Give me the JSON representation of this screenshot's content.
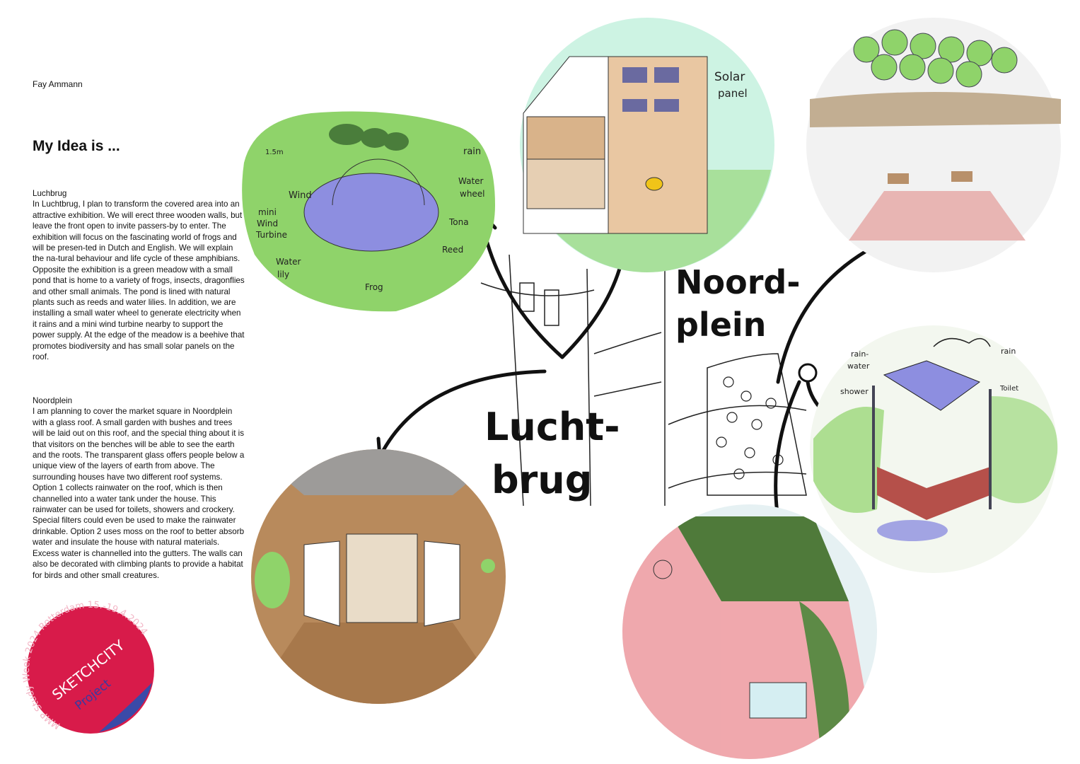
{
  "author": "Fay Ammann",
  "heading": "My Idea is ...",
  "sections": [
    {
      "title": "Luchbrug",
      "body": "In Luchtbrug, I plan to transform the covered area into an attractive exhibition. We will erect three wooden walls, but leave the front open to invite passers-by to enter. The exhibition will focus on the fascinating world of frogs and will be presen-ted in Dutch and English. We will explain the na-tural behaviour and life cycle of these amphibians. Opposite the exhibition is a green meadow with a small pond that is home to a variety of frogs, insects, dragonflies and other small animals. The pond is lined with natural plants such as reeds and water lilies. In addition, we are installing a small water wheel to generate electricity when it rains and a mini wind turbine nearby to support the power supply. At the edge of the meadow is a beehive that promotes biodiversity and has small solar panels on the roof."
    },
    {
      "title": "Noordplein",
      "body": "I am planning to cover the market square in Noordplein with a glass roof. A small garden with bushes and trees will be laid out on this roof, and the special thing about it is that visitors on the benches will be able to see the earth and the roots. The transparent glass offers people below a unique view of the layers of earth from above. The surrounding houses have two different roof systems. Option 1 collects rainwater on the roof, which is then channelled into a water tank under the house. This rainwater can be used for toilets, showers and crockery. Special filters could even be used to make the rainwater drinkable. Option 2 uses moss on the roof to better absorb water and insulate the house with natural materials. Excess water is channelled into the gutters. The walls can also be decorated with climbing plants to provide a habitat for birds and other small creatures."
    }
  ],
  "sticker": {
    "ring_text": "MMP Study Week 2024 Rotterdam 15.-19.4.2024",
    "title": "SKETCHCITY",
    "subtitle": "Project",
    "color": "#d81b4a"
  },
  "map_labels": {
    "luchtbrug_1": "Lucht-",
    "luchtbrug_2": "brug",
    "noordplein_1": "Noord-",
    "noordplein_2": "plein"
  },
  "pond_labels": {
    "height": "1.5m",
    "rain": "rain",
    "wind": "Wind",
    "turbine_1": "mini",
    "turbine_2": "Wind",
    "turbine_3": "Turbine",
    "wheel_1": "Water",
    "wheel_2": "wheel",
    "pond": "Tona",
    "reed": "Reed",
    "lily_1": "Water",
    "lily_2": "lily",
    "frog": "Frog"
  },
  "beehive_labels": {
    "solar_1": "Solar",
    "solar_2": "panel"
  },
  "house_labels": {
    "rainwater_1": "rain-",
    "rainwater_2": "water",
    "rain": "rain",
    "shower": "shower",
    "toilet": "Toilet"
  }
}
